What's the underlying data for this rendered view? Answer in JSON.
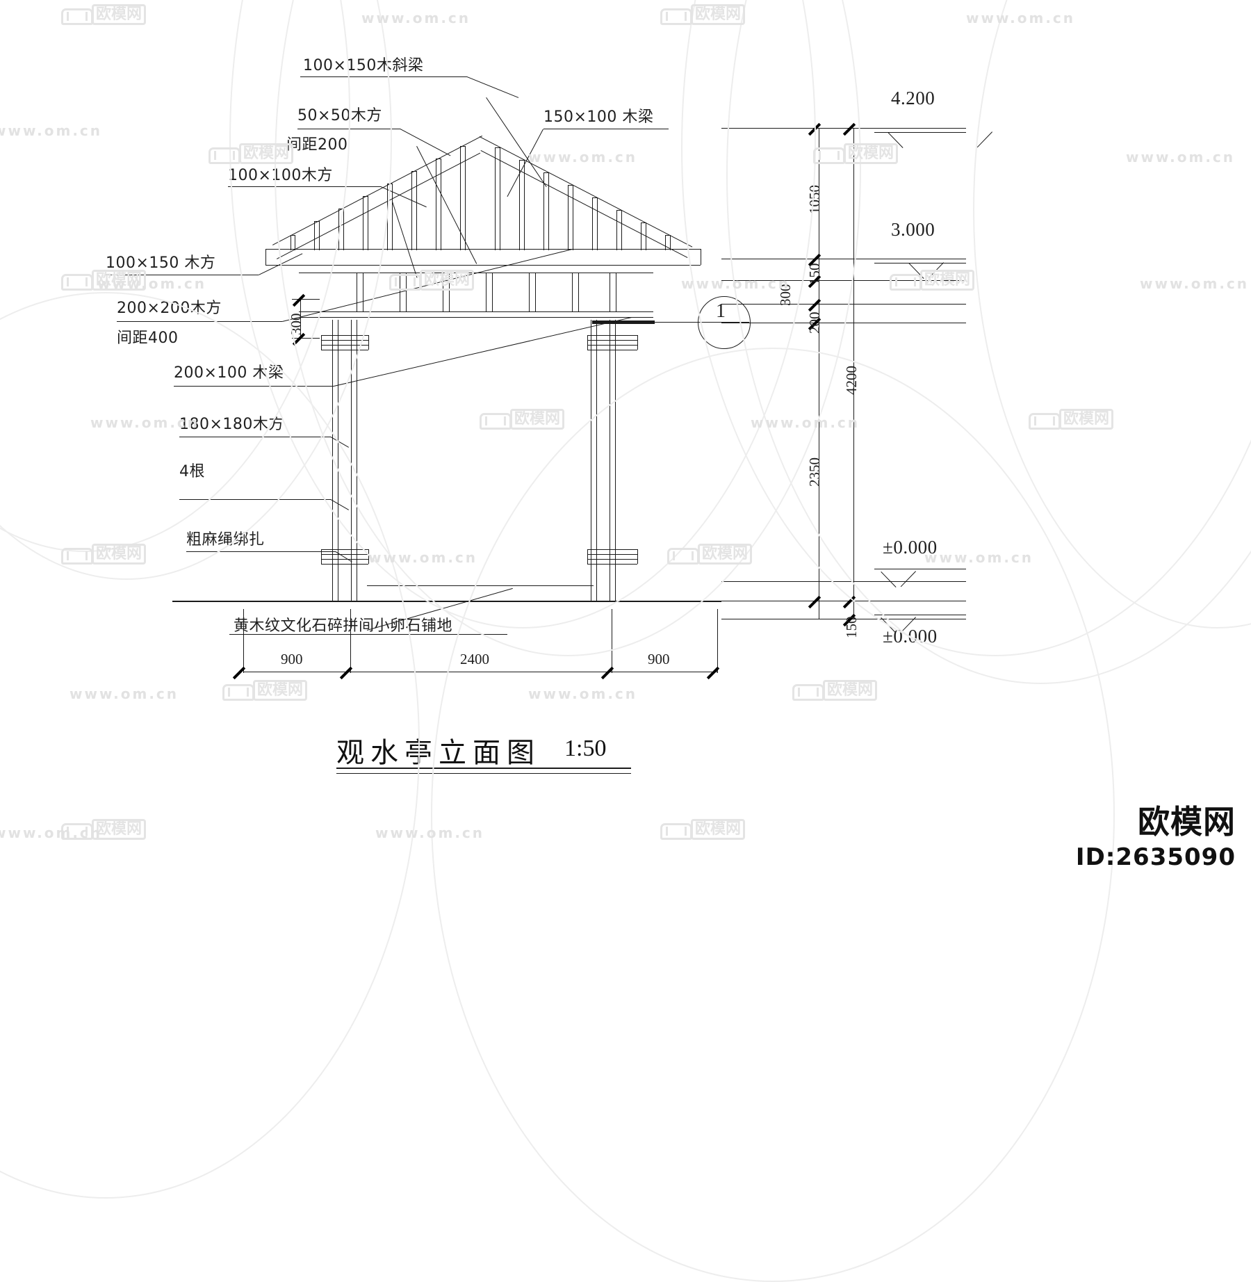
{
  "drawing": {
    "title": "观水亭立面图",
    "scale": "1:50",
    "domain_note": "architectural elevation CAD drawing"
  },
  "brand": {
    "name": "欧模网",
    "id": "ID:2635090"
  },
  "watermark": {
    "url_text": "www.om.cn",
    "logo_text": "欧模网"
  },
  "annotations": [
    {
      "id": "a1",
      "text": "100×150木斜梁"
    },
    {
      "id": "a2",
      "text": "50×50木方"
    },
    {
      "id": "a3",
      "text": "间距200"
    },
    {
      "id": "a4",
      "text": "100×100木方"
    },
    {
      "id": "a5",
      "text": "150×100 木梁"
    },
    {
      "id": "a6",
      "text": "100×150 木方"
    },
    {
      "id": "a7",
      "text": "200×200木方"
    },
    {
      "id": "a8",
      "text": "间距400"
    },
    {
      "id": "a9",
      "text": "200×100 木梁"
    },
    {
      "id": "a10",
      "text": "180×180木方"
    },
    {
      "id": "a11",
      "text": "4根"
    },
    {
      "id": "a12",
      "text": "粗麻绳绑扎"
    },
    {
      "id": "a13",
      "text": "黄木纹文化石碎拼间小卵石铺地"
    }
  ],
  "elevations": [
    {
      "id": "e1",
      "value": "4.200"
    },
    {
      "id": "e2",
      "value": "3.000"
    },
    {
      "id": "e3",
      "value": "±0.000"
    },
    {
      "id": "e4",
      "value": "±0.000"
    }
  ],
  "vertical_dimensions": [
    {
      "id": "v1",
      "value": "1050"
    },
    {
      "id": "v2",
      "value": "150"
    },
    {
      "id": "v3",
      "value": "300"
    },
    {
      "id": "v4",
      "value": "200"
    },
    {
      "id": "v5",
      "value": "4200"
    },
    {
      "id": "v6",
      "value": "2350"
    },
    {
      "id": "v7",
      "value": "150"
    },
    {
      "id": "v8",
      "value": "300"
    }
  ],
  "horizontal_dimensions": [
    {
      "id": "h1",
      "value": "900"
    },
    {
      "id": "h2",
      "value": "2400"
    },
    {
      "id": "h3",
      "value": "900"
    }
  ],
  "detail_callout": {
    "number": "1"
  }
}
